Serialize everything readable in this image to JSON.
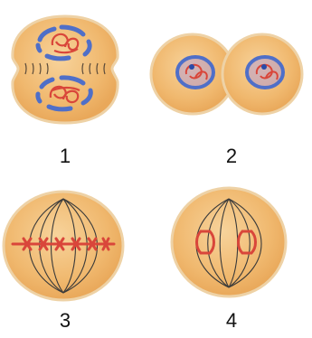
{
  "figure": {
    "labels": {
      "cell_1": "1",
      "cell_2": "2",
      "cell_3": "3",
      "cell_4": "4"
    },
    "colors": {
      "cell_fill": "#f2be78",
      "cell_edge": "#e4a458",
      "spindle": "#3a3a3a",
      "chromosome": "#d9463a",
      "nuclear_envelope": "#4f6fc8",
      "background": "#ffffff"
    }
  }
}
